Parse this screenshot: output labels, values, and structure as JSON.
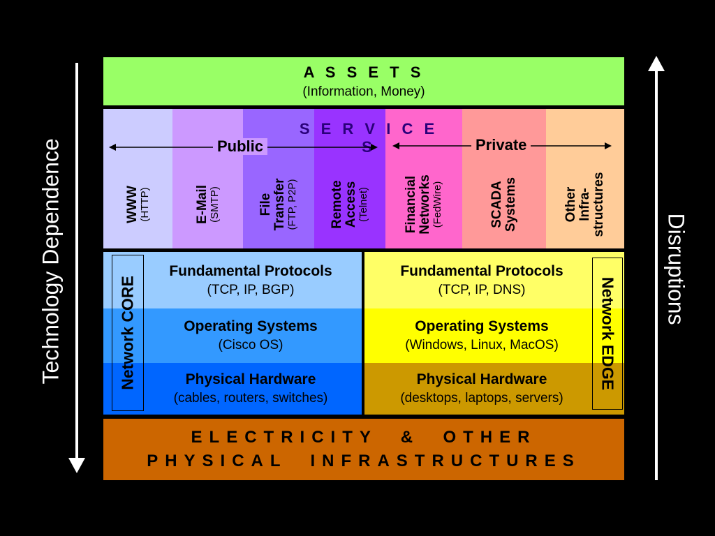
{
  "left_axis": {
    "label": "Technology Dependence"
  },
  "right_axis": {
    "label": "Disruptions"
  },
  "assets": {
    "title": "A S S E T S",
    "subtitle": "(Information, Money)"
  },
  "services": {
    "title": "S E R V I C E S",
    "public_label": "Public",
    "private_label": "Private",
    "items": [
      {
        "name": "WWW",
        "protocol": "(HTTP)",
        "color": "#ccccff"
      },
      {
        "name": "E-Mail",
        "protocol": "(SMTP)",
        "color": "#cc99ff"
      },
      {
        "name": "File\nTransfer",
        "protocol": "(FTP, P2P)",
        "color": "#9966ff"
      },
      {
        "name": "Remote\nAccess",
        "protocol": "(Telnet)",
        "color": "#9933ff"
      },
      {
        "name": "Financial\nNetworks",
        "protocol": "(FedWire)",
        "color": "#ff66cc"
      },
      {
        "name": "SCADA\nSystems",
        "protocol": "",
        "color": "#ff9999"
      },
      {
        "name": "Other\nInfra-\nstructures",
        "protocol": "",
        "color": "#ffcc99"
      }
    ]
  },
  "network_core": {
    "label": "Network CORE",
    "layers": [
      {
        "title": "Fundamental Protocols",
        "detail": "(TCP, IP, BGP)",
        "color": "#99ccff"
      },
      {
        "title": "Operating Systems",
        "detail": "(Cisco OS)",
        "color": "#3399ff"
      },
      {
        "title": "Physical Hardware",
        "detail": "(cables, routers, switches)",
        "color": "#0066ff"
      }
    ]
  },
  "network_edge": {
    "label": "Network EDGE",
    "layers": [
      {
        "title": "Fundamental Protocols",
        "detail": "(TCP, IP, DNS)",
        "color": "#ffff66"
      },
      {
        "title": "Operating Systems",
        "detail": "(Windows, Linux, MacOS)",
        "color": "#ffff00"
      },
      {
        "title": "Physical Hardware",
        "detail": "(desktops, laptops, servers)",
        "color": "#cc9900"
      }
    ]
  },
  "electricity": {
    "line1": "ELECTRICITY  &  OTHER",
    "line2": "PHYSICAL  INFRASTRUCTURES"
  }
}
